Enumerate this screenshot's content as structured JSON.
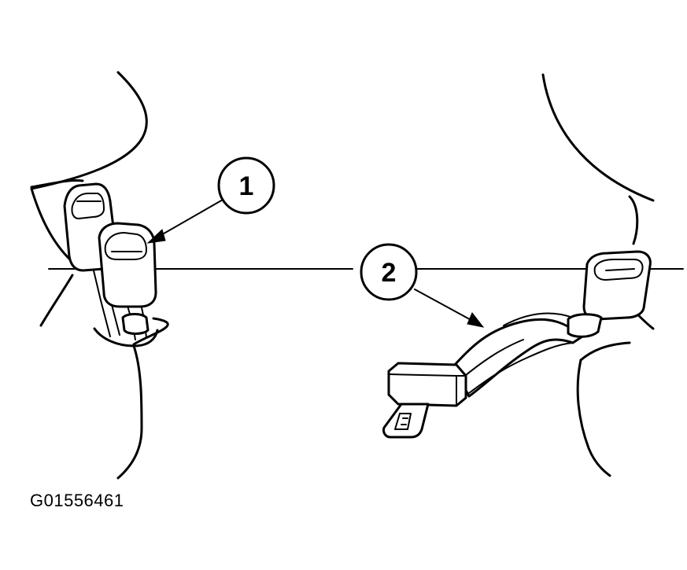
{
  "callouts": {
    "one": {
      "label": "1"
    },
    "two": {
      "label": "2"
    }
  },
  "figure_code": "G01556461",
  "colors": {
    "ink": "#000000",
    "paper": "#ffffff"
  }
}
